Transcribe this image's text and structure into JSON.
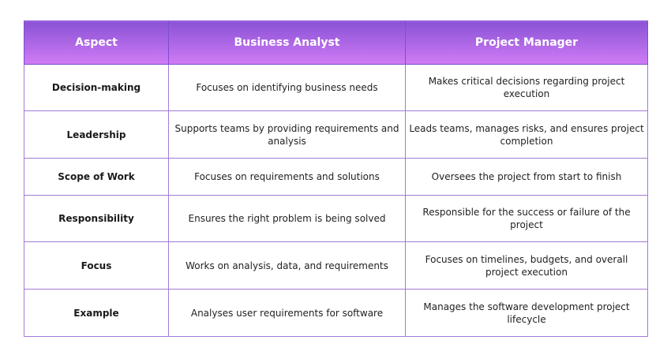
{
  "headers": [
    "Aspect",
    "Business Analyst",
    "Project Manager"
  ],
  "rows": [
    {
      "aspect": "Decision-making",
      "ba": "Focuses on identifying business needs",
      "pm": "Makes critical decisions regarding project execution"
    },
    {
      "aspect": "Leadership",
      "ba": "Supports teams by providing requirements and analysis",
      "pm": "Leads teams, manages risks, and ensures project completion"
    },
    {
      "aspect": "Scope of Work",
      "ba": "Focuses on requirements and solutions",
      "pm": "Oversees the project from start to finish"
    },
    {
      "aspect": "Responsibility",
      "ba": "Ensures the right problem is being solved",
      "pm": "Responsible for the success or failure of the project"
    },
    {
      "aspect": "Focus",
      "ba": "Works on analysis, data, and requirements",
      "pm": "Focuses on timelines, budgets, and overall project execution"
    },
    {
      "aspect": "Example",
      "ba": "Analyses user requirements for software",
      "pm": "Manages the software development project lifecycle"
    }
  ]
}
